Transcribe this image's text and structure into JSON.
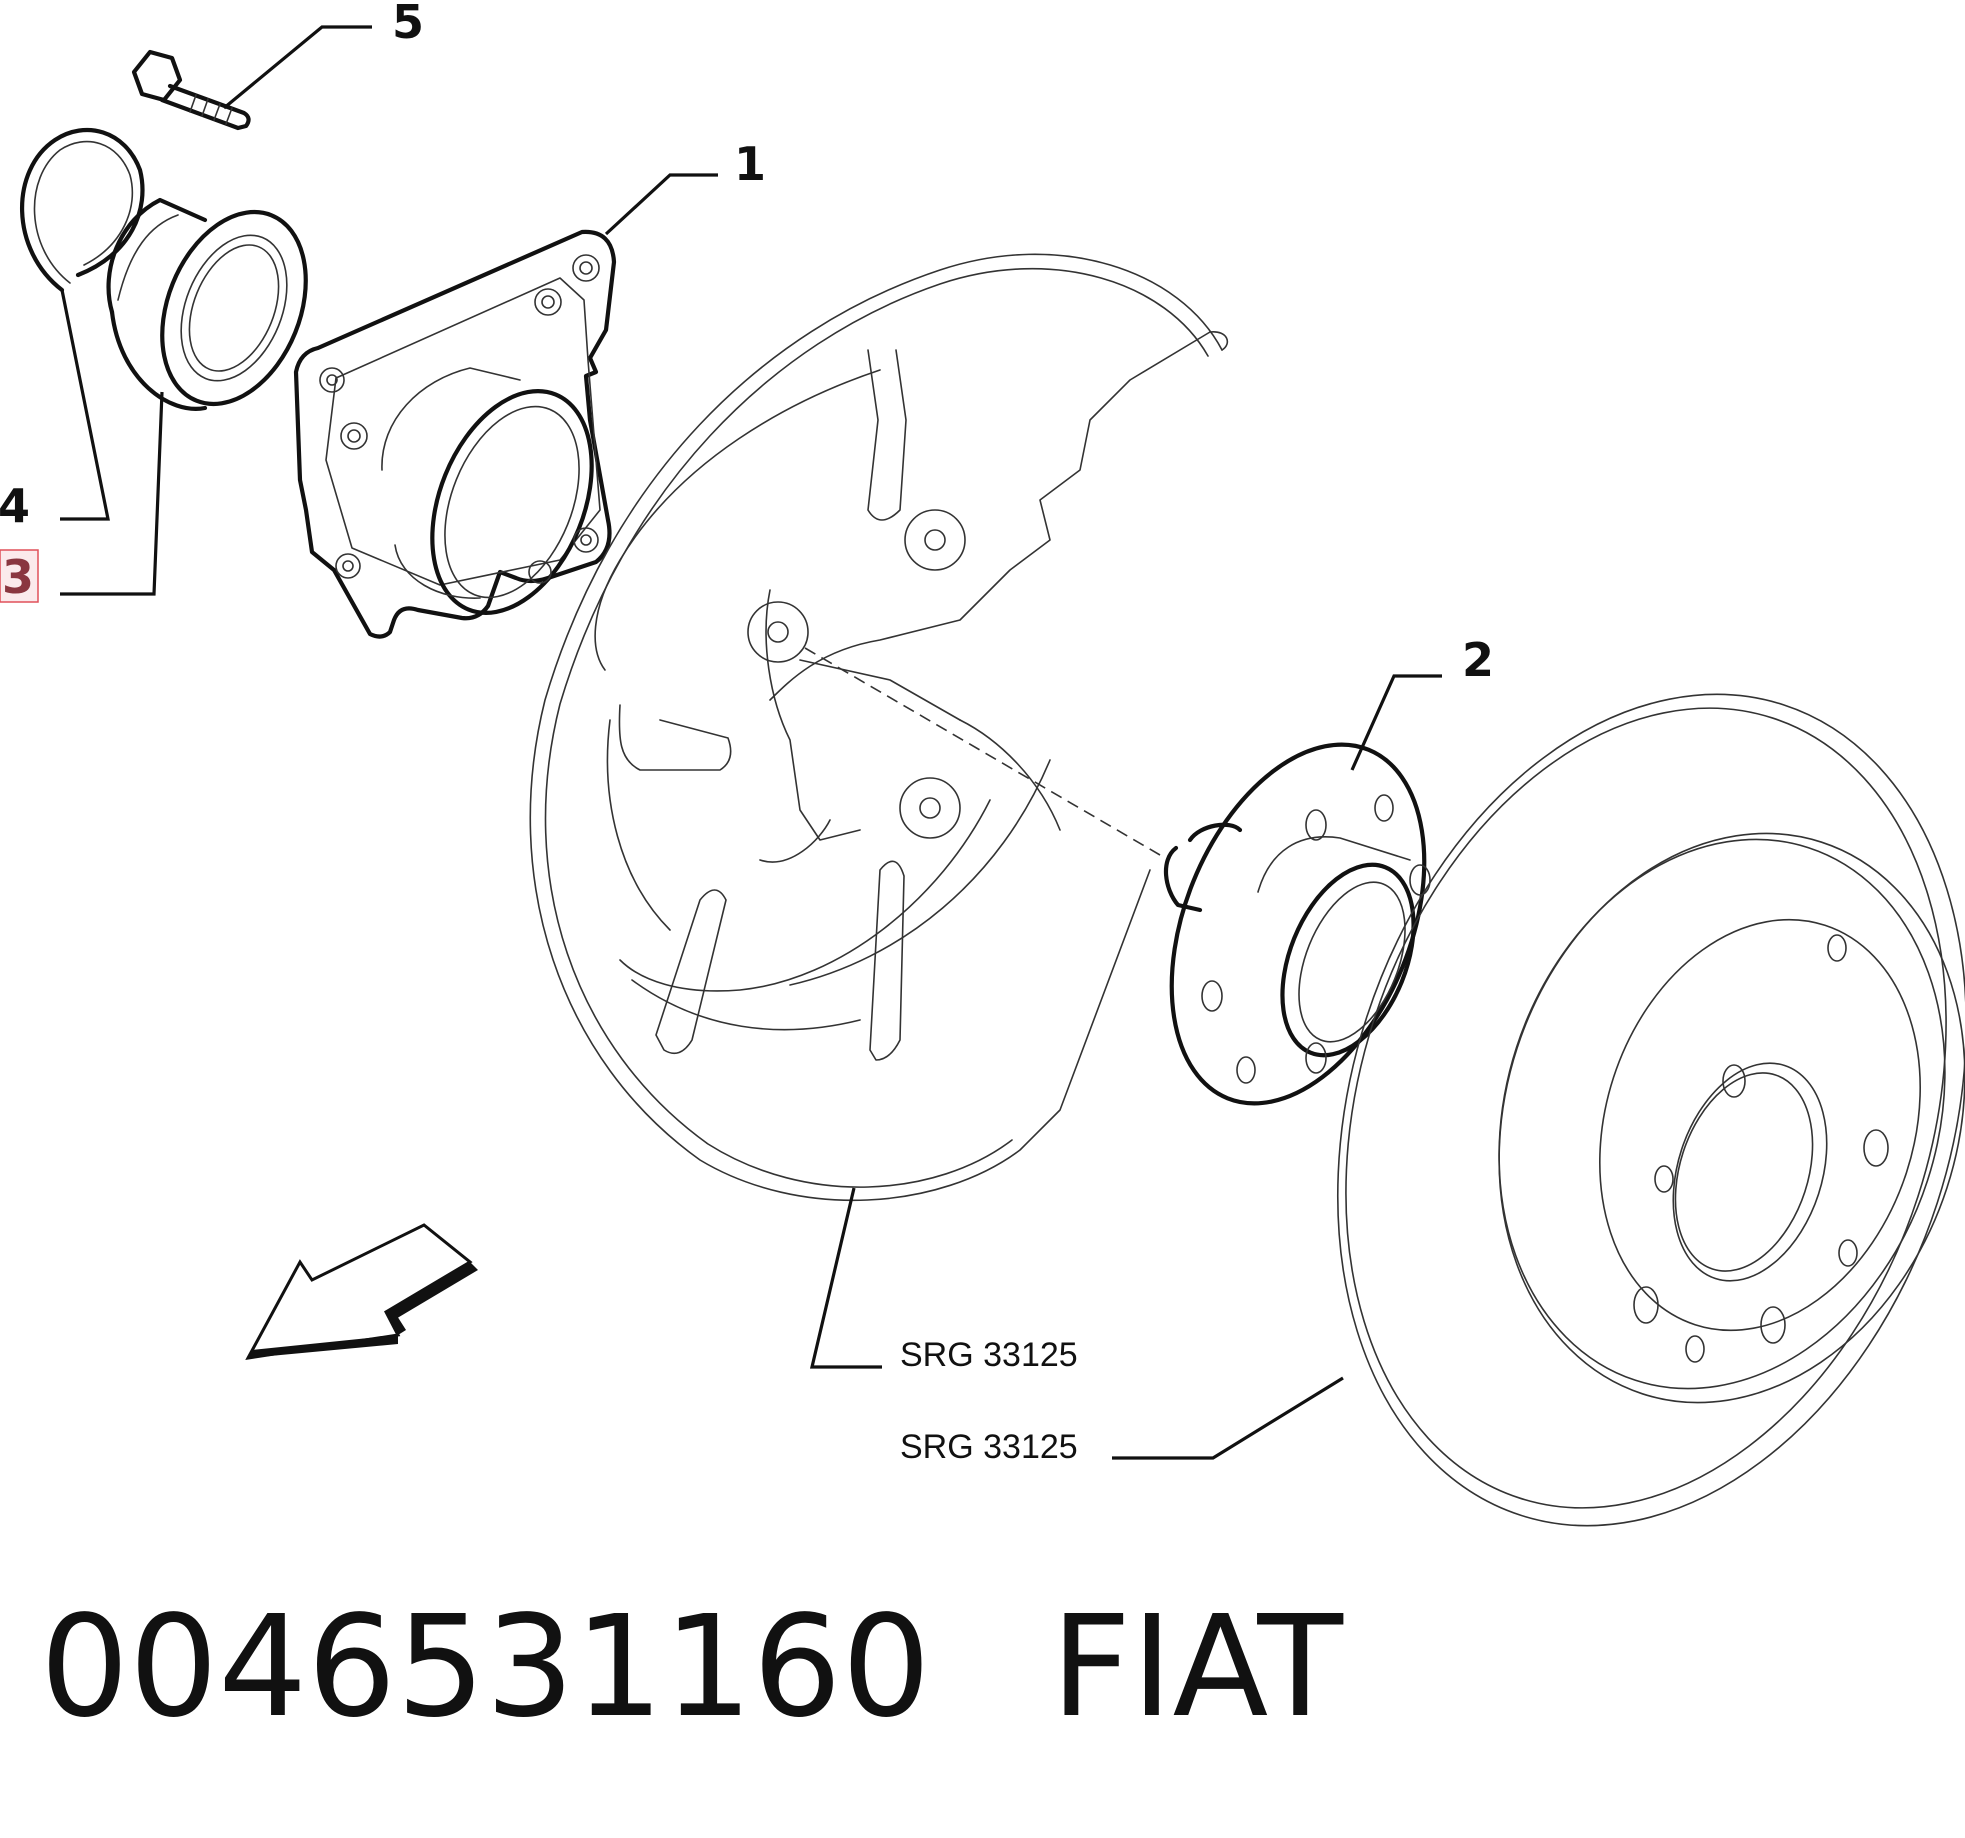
{
  "callouts": {
    "c1": "1",
    "c2": "2",
    "c3": "3",
    "c4": "4",
    "c5": "5"
  },
  "references": {
    "ref_backing_plate": "SRG 33125",
    "ref_brake_disc": "SRG 33125"
  },
  "footer": {
    "part_number": "0046531160",
    "brand": "FIAT"
  },
  "colors": {
    "highlight_border": "#e0505a",
    "highlight_text": "#8a3640",
    "line": "#111111"
  }
}
